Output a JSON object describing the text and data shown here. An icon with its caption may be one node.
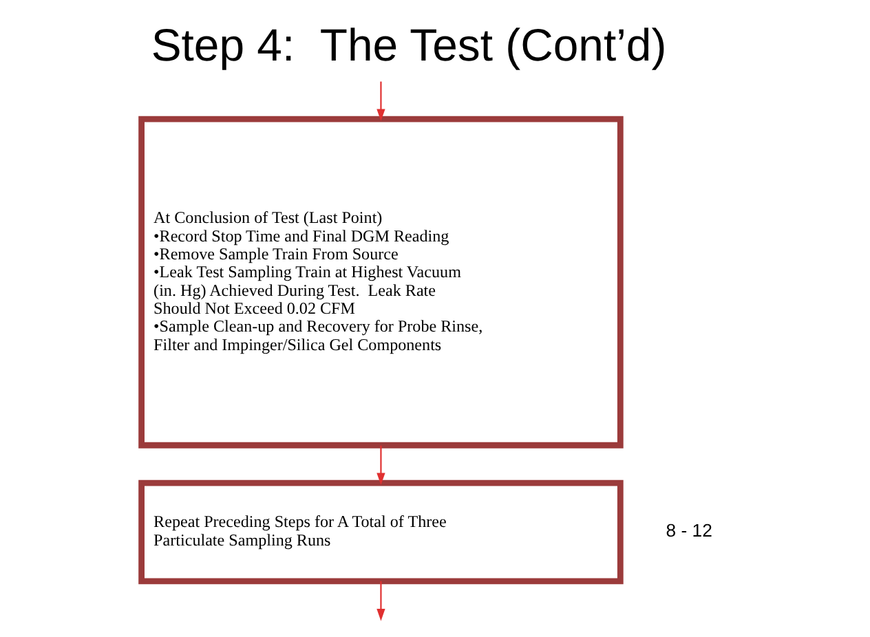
{
  "diagram": {
    "title": "Step 4:  The Test (Cont’d)",
    "nodes": [
      {
        "text": [
          "At Conclusion of Test (Last Point)",
          "•Record Stop Time and Final DGM Reading",
          "•Remove Sample Train From Source",
          "•Leak Test Sampling Train at Highest Vacuum (in. Hg) Achieved During Test.  Leak Rate Should Not Exceed 0.02 CFM",
          "•Sample Clean-up and Recovery for Probe Rinse, Filter and Impinger/Silica Gel Components"
        ]
      },
      {
        "text": [
          "Repeat Preceding Steps for A Total of Three Particulate Sampling Runs"
        ]
      }
    ],
    "edges": [
      {
        "from": null,
        "to": 0,
        "arrow": "to"
      },
      {
        "from": 0,
        "to": 1,
        "arrow": "to"
      },
      {
        "from": 1,
        "to": null,
        "arrow": "to"
      }
    ],
    "labels": [
      "8 - 12"
    ]
  }
}
